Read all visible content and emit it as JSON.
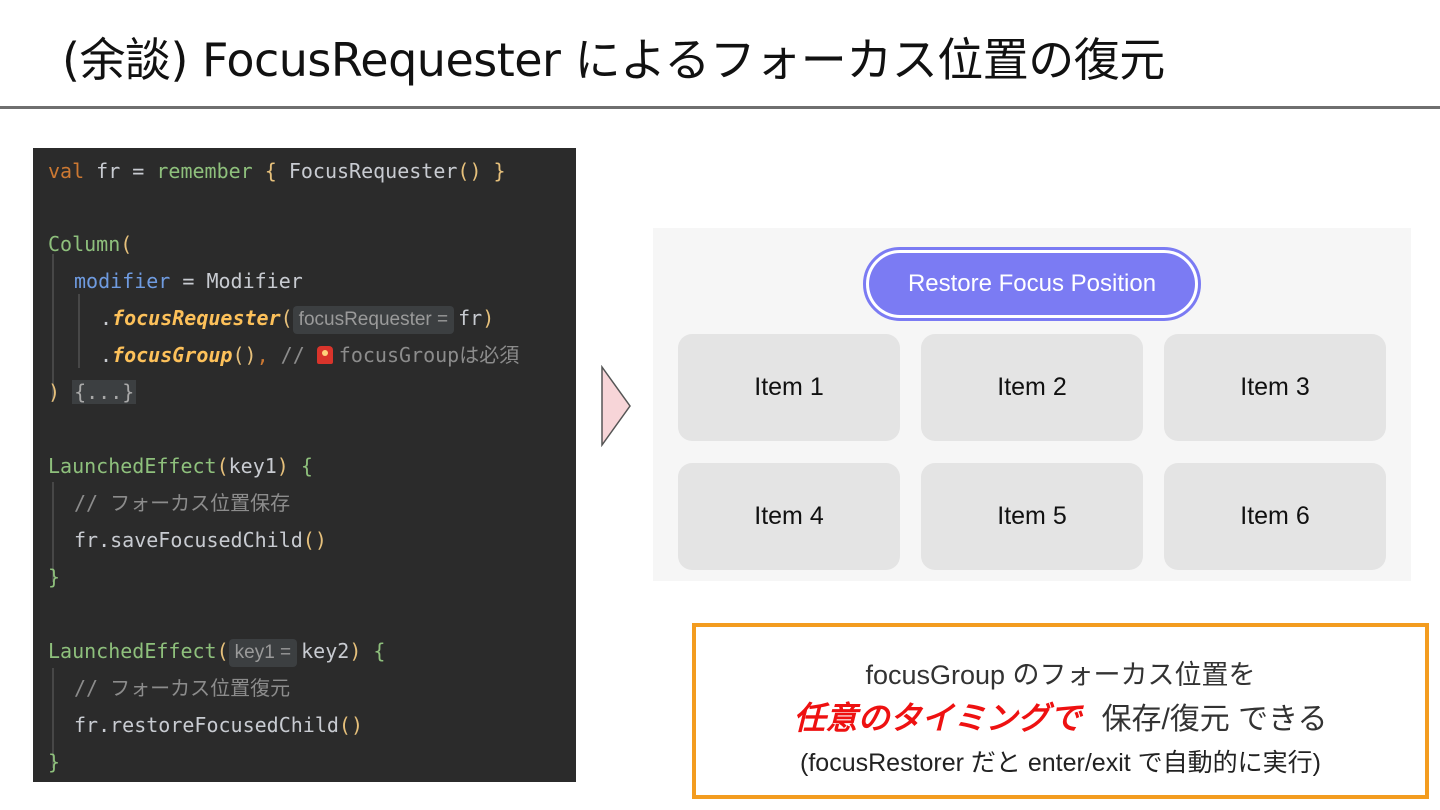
{
  "slide": {
    "title": "(余談) FocusRequester によるフォーカス位置の復元"
  },
  "code": {
    "l1": {
      "kw": "val",
      "a": " fr = ",
      "fn": "remember",
      "b": " ",
      "ob": "{",
      "c": " FocusRequester",
      "p": "()",
      "cb": " }"
    },
    "l3": {
      "fn": "Column",
      "p": "("
    },
    "l4": {
      "prop": "modifier",
      "a": " = ",
      "b": "Modifier"
    },
    "l5": {
      "dot": ".",
      "fn": "focusRequester",
      "p": "(",
      "hint": "focusRequester =",
      "arg": "fr",
      "cp": ")"
    },
    "l6": {
      "dot": ".",
      "fn": "focusGroup",
      "p": "()",
      "rest": ", ",
      "comment": "// ",
      "comment2": "focusGroupは必須"
    },
    "l7": {
      "p": ")",
      "fold": "{...}"
    },
    "l9": {
      "fn": "LaunchedEffect",
      "p": "(",
      "arg": "key1",
      "cp": ")",
      "ob": " {"
    },
    "l10": {
      "comment": "// フォーカス位置保存"
    },
    "l11": {
      "a": "fr.saveFocusedChild",
      "p": "()"
    },
    "l12": {
      "cb": "}"
    },
    "l14": {
      "fn": "LaunchedEffect",
      "p": "(",
      "hint": "key1 =",
      "arg": "key2",
      "cp": ")",
      "ob": " {"
    },
    "l15": {
      "comment": "// フォーカス位置復元"
    },
    "l16": {
      "a": "fr.restoreFocusedChild",
      "p": "()"
    },
    "l17": {
      "cb": "}"
    }
  },
  "demo": {
    "button_label": "Restore Focus Position",
    "items": [
      "Item 1",
      "Item 2",
      "Item 3",
      "Item 4",
      "Item 5",
      "Item 6"
    ]
  },
  "note": {
    "line1": "focusGroup のフォーカス位置を",
    "line2_emphasis": "任意のタイミングで",
    "line2_rest": "保存/復元 できる",
    "line3": "(focusRestorer だと enter/exit で自動的に実行)"
  },
  "colors": {
    "button": "#7b7bf3",
    "note_border": "#f39c1f",
    "emphasis": "#ee1111",
    "code_bg": "#2b2b2b"
  }
}
